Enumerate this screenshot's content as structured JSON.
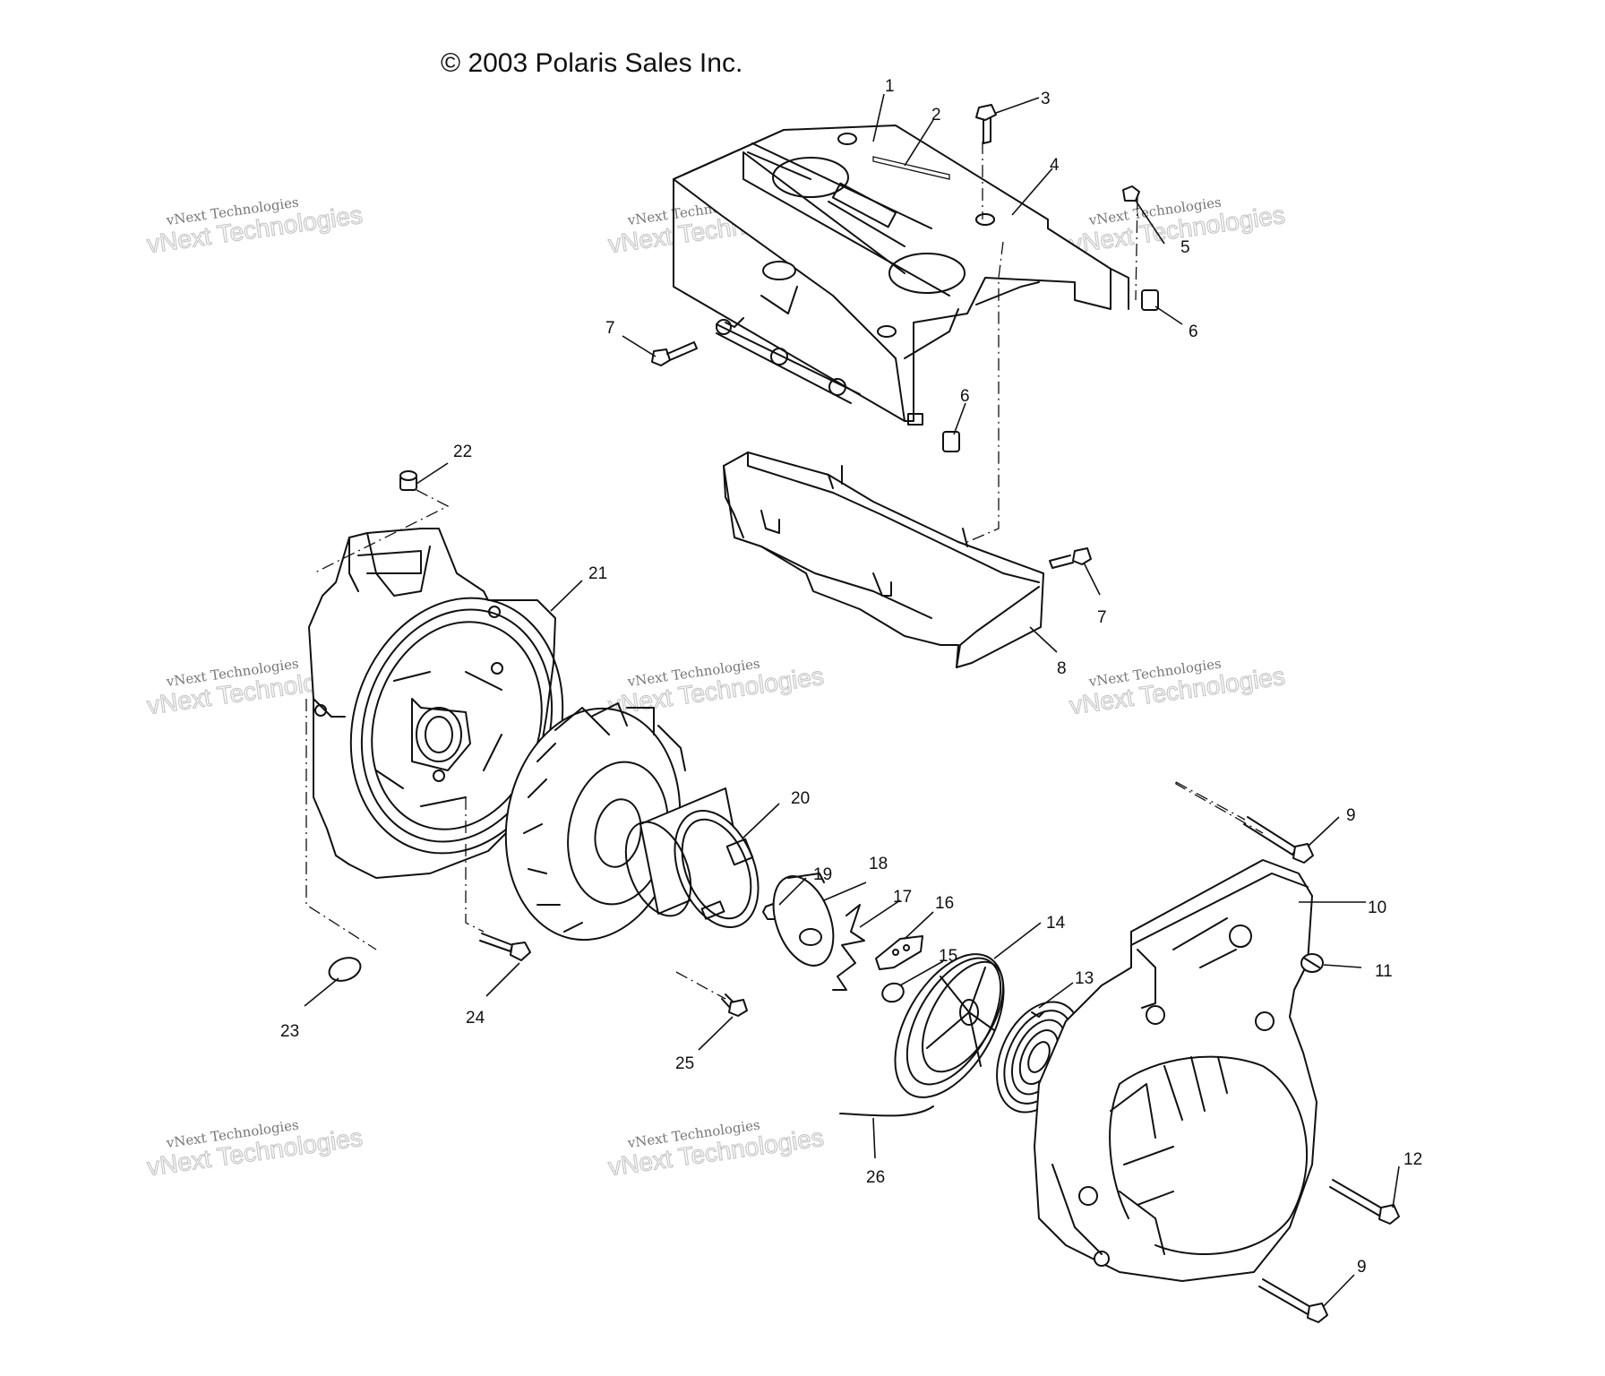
{
  "copyright": "© 2003 Polaris Sales Inc.",
  "watermark": {
    "small_text": "vNext Technologies",
    "big_text": "vNext Technologies"
  },
  "callouts": [
    "1",
    "2",
    "3",
    "4",
    "5",
    "6",
    "6",
    "7",
    "7",
    "8",
    "9",
    "9",
    "10",
    "11",
    "12",
    "13",
    "14",
    "15",
    "16",
    "17",
    "18",
    "19",
    "20",
    "21",
    "22",
    "23",
    "24",
    "25",
    "26"
  ]
}
